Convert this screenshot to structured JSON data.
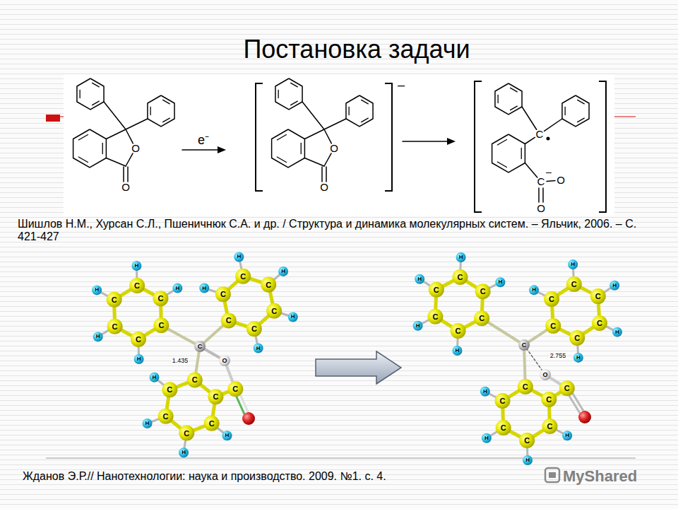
{
  "diagram": {
    "title": "Постановка задачи",
    "labels": [
      "–",
      "e⁻",
      "O",
      "O",
      "O",
      "O",
      "C",
      "C",
      "–",
      "O",
      "O",
      "Шишлов Н.М., Хурсан С.Л., Пшеничнюк С.А. и др. / Структура и динамика молекулярных систем. – Яльчик, 2006. – С. 421-427",
      "Жданов Э.Р.// Нанотехнологии: наука и производство. 2009. №1. с. 4.",
      "MyShared",
      "C",
      "C",
      "C",
      "C",
      "C",
      "C",
      "H",
      "H",
      "H",
      "H",
      "H",
      "C",
      "C",
      "C",
      "C",
      "C",
      "C",
      "H",
      "H",
      "H",
      "H",
      "H",
      "C",
      "O",
      "C",
      "C",
      "C",
      "C",
      "C",
      "C",
      "H",
      "H",
      "H",
      "H",
      "C",
      "1.435",
      "C",
      "C",
      "C",
      "C",
      "C",
      "C",
      "H",
      "H",
      "H",
      "H",
      "H",
      "C",
      "C",
      "C",
      "C",
      "C",
      "C",
      "H",
      "H",
      "H",
      "H",
      "H",
      "C",
      "O",
      "C",
      "C",
      "C",
      "C",
      "C",
      "C",
      "H",
      "H",
      "H",
      "H",
      "C",
      "2.755"
    ]
  }
}
